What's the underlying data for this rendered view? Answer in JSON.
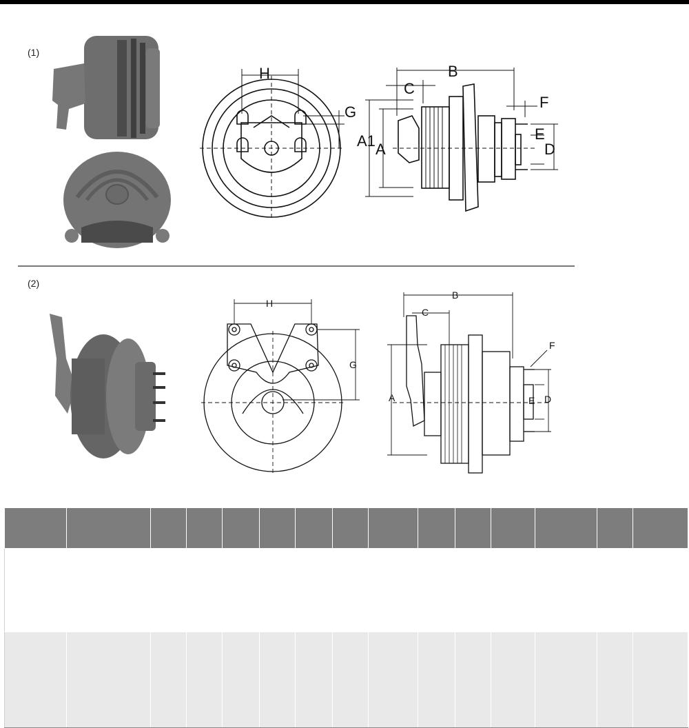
{
  "variants": [
    {
      "label": "(1)",
      "dims": {
        "h": "H",
        "g": "G",
        "a1": "A1",
        "a": "A",
        "b": "B",
        "c": "C",
        "f": "F",
        "e": "E",
        "d": "D"
      }
    },
    {
      "label": "(2)",
      "dims": {
        "h": "H",
        "g": "G",
        "a": "A",
        "b": "B",
        "c": "C",
        "f": "F",
        "e": "E",
        "d": "D"
      }
    }
  ],
  "colors": {
    "header": "#7d7d7d",
    "row_alt": "#e9e9e9",
    "photo": "#6f6f6f"
  },
  "icons": [
    "fan-clutch-photo",
    "front-view-diagram",
    "side-view-diagram"
  ]
}
